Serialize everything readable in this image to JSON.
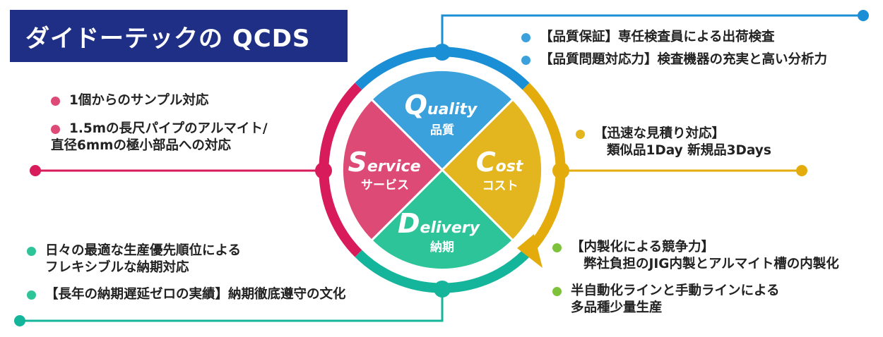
{
  "title": "ダイドーテックの QCDS",
  "colors": {
    "title_bg": "#1f2f86",
    "quality": "#3aa1dc",
    "cost": "#e3b51e",
    "delivery": "#2dc49a",
    "service": "#de4a76",
    "ring_quality": "#1b8fd6",
    "ring_cost": "#e3ac0c",
    "ring_delivery": "#14b59b",
    "ring_service": "#d81b5a",
    "line_green": "#7dc23a"
  },
  "segments": {
    "quality": {
      "initial": "Q",
      "rest": "uality",
      "jp": "品質"
    },
    "cost": {
      "initial": "C",
      "rest": "ost",
      "jp": "コスト"
    },
    "delivery": {
      "initial": "D",
      "rest": "elivery",
      "jp": "納期"
    },
    "service": {
      "initial": "S",
      "rest": "ervice",
      "jp": "サービス"
    }
  },
  "quality_items": [
    {
      "line1": "【品質保証】専任検査員による出荷検査"
    },
    {
      "line1": "【品質問題対応力】検査機器の充実と高い分析力"
    }
  ],
  "cost_items": [
    {
      "line1": "【迅速な見積り対応】",
      "line2": "類似品1Day 新規品3Days"
    }
  ],
  "service_items": [
    {
      "line1": "1個からのサンプル対応"
    },
    {
      "line1": "1.5mの長尺パイプのアルマイト/",
      "line2": "直径6mmの極小部品への対応"
    }
  ],
  "delivery_items": [
    {
      "line1": "日々の最適な生産優先順位による",
      "line2": "フレキシブルな納期対応"
    },
    {
      "line1": "【長年の納期遅延ゼロの実績】納期徹底遵守の文化"
    }
  ],
  "extra_items": [
    {
      "line1": "【内製化による競争力】",
      "line2": "弊社負担のJIG内製とアルマイト槽の内製化"
    },
    {
      "line1": "半自動化ラインと手動ラインによる",
      "line2": "多品種少量生産"
    }
  ]
}
